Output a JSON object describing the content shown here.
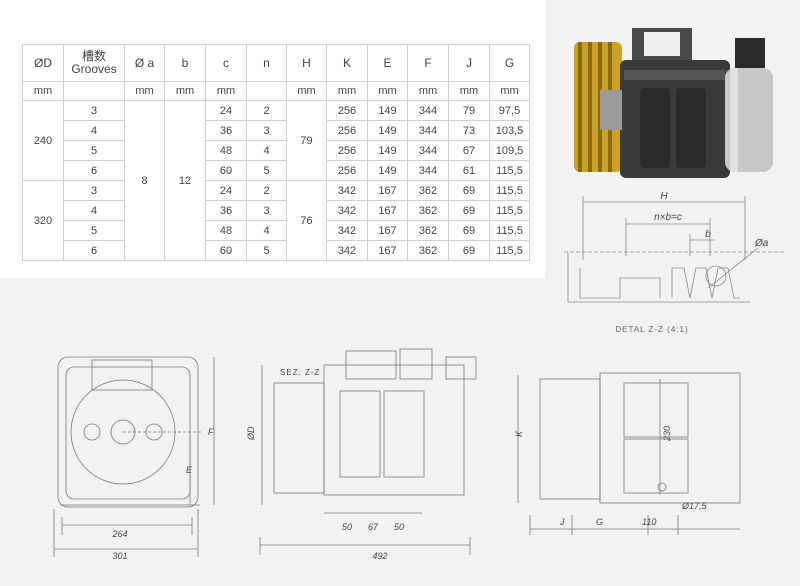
{
  "table": {
    "headers": [
      "ØD",
      "槽数",
      "Grooves",
      "Ø a",
      "b",
      "c",
      "n",
      "H",
      "K",
      "E",
      "F",
      "J",
      "G"
    ],
    "units": [
      "mm",
      "",
      "mm",
      "mm",
      "mm",
      "",
      "mm",
      "mm",
      "mm",
      "mm",
      "mm",
      "mm"
    ],
    "groups": [
      {
        "D": "240",
        "H": "79"
      },
      {
        "D": "320",
        "H": "76"
      }
    ],
    "shared": {
      "a": "8",
      "b": "12"
    },
    "rows": [
      {
        "grooves": "3",
        "c": "24",
        "n": "2",
        "K": "256",
        "E": "149",
        "F": "344",
        "J": "79",
        "G": "97,5"
      },
      {
        "grooves": "4",
        "c": "36",
        "n": "3",
        "K": "256",
        "E": "149",
        "F": "344",
        "J": "73",
        "G": "103,5"
      },
      {
        "grooves": "5",
        "c": "48",
        "n": "4",
        "K": "256",
        "E": "149",
        "F": "344",
        "J": "67",
        "G": "109,5"
      },
      {
        "grooves": "6",
        "c": "60",
        "n": "5",
        "K": "256",
        "E": "149",
        "F": "344",
        "J": "61",
        "G": "115,5"
      },
      {
        "grooves": "3",
        "c": "24",
        "n": "2",
        "K": "342",
        "E": "167",
        "F": "362",
        "J": "69",
        "G": "115,5"
      },
      {
        "grooves": "4",
        "c": "36",
        "n": "3",
        "K": "342",
        "E": "167",
        "F": "362",
        "J": "69",
        "G": "115,5"
      },
      {
        "grooves": "5",
        "c": "48",
        "n": "4",
        "K": "342",
        "E": "167",
        "F": "362",
        "J": "69",
        "G": "115,5"
      },
      {
        "grooves": "6",
        "c": "60",
        "n": "5",
        "K": "342",
        "E": "167",
        "F": "362",
        "J": "69",
        "G": "115,5"
      }
    ]
  },
  "detail": {
    "H": "H",
    "nxbc": "n×b=c",
    "b": "b",
    "phi_a": "Øa",
    "caption": "DETAL Z-Z (4:1)"
  },
  "front_view": {
    "dim_264": "264",
    "dim_301": "301",
    "E": "E",
    "F": "F"
  },
  "side_view": {
    "section": "SEZ. Z-Z",
    "D": "ØD",
    "dim_50a": "50",
    "dim_67": "67",
    "dim_50b": "50",
    "dim_492": "492"
  },
  "rear_view": {
    "K": "K",
    "dim_230": "230",
    "J": "J",
    "G": "G",
    "dim_110": "110",
    "hole": "Ø17,5"
  }
}
